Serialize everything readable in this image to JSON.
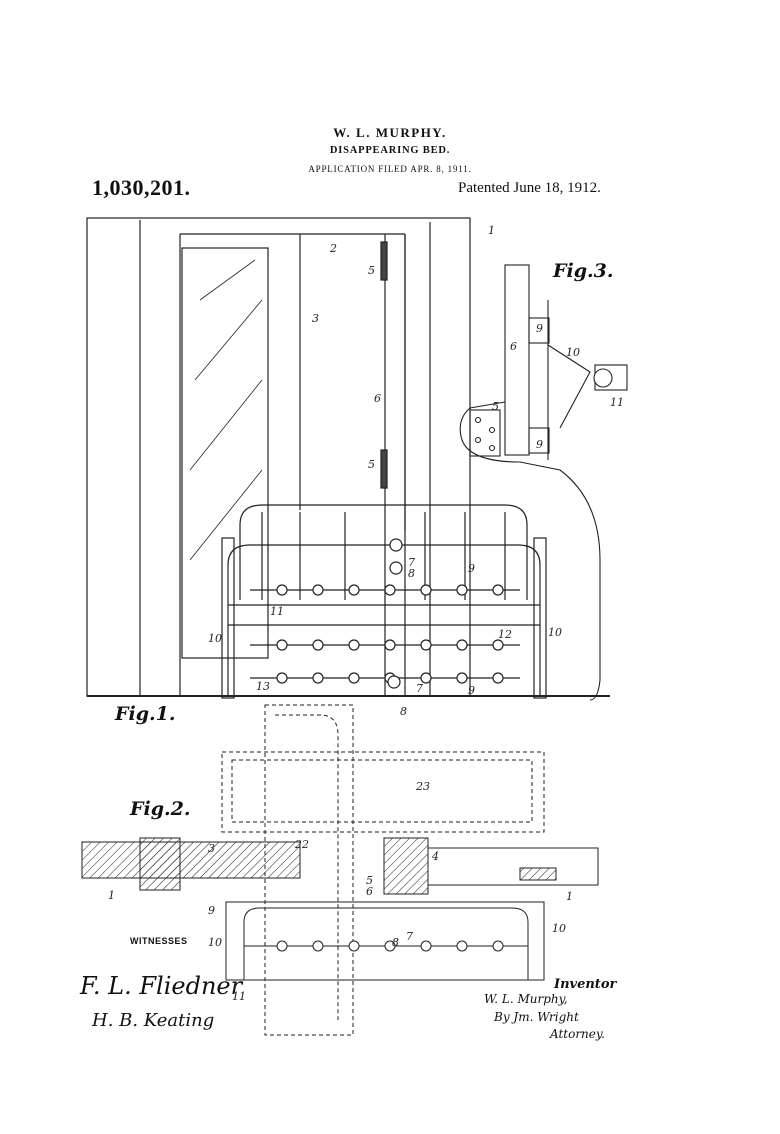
{
  "header": {
    "inventor": "W. L. MURPHY.",
    "title": "DISAPPEARING BED.",
    "filed": "APPLICATION FILED APR. 8, 1911.",
    "patent_number": "1,030,201.",
    "patented": "Patented June 18, 1912."
  },
  "figures": {
    "fig1": "Fig.1.",
    "fig2": "Fig.2.",
    "fig3": "Fig.3."
  },
  "reference_numerals": {
    "fig1": [
      "1",
      "2",
      "3",
      "5",
      "6",
      "5",
      "7",
      "8",
      "9",
      "11",
      "12",
      "10",
      "10",
      "13",
      "7",
      "8",
      "9"
    ],
    "fig2": [
      "23",
      "22",
      "3",
      "1",
      "4",
      "5",
      "6",
      "1",
      "9",
      "10",
      "7",
      "8",
      "10",
      "11"
    ],
    "fig3": [
      "9",
      "6",
      "10",
      "5",
      "11",
      "9"
    ]
  },
  "witnesses": {
    "label": "WITNESSES",
    "names": [
      "F. L. Fliedner",
      "H. B. Keating"
    ]
  },
  "inventor_block": {
    "label": "Inventor",
    "signature": "W. L. Murphy,",
    "by": "By Jm. Wright",
    "attorney": "Attorney."
  }
}
